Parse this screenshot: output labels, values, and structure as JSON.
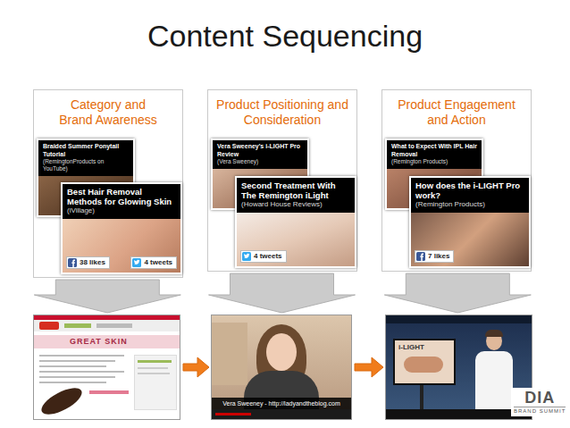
{
  "diagram": {
    "title": "Content Sequencing",
    "nodes": [
      {
        "text": [
          "Category and Brand Awareness"
        ]
      },
      {
        "text": [
          "Braided Summer Ponytail Tutorial",
          "(RemingtonProducts on YouTube)"
        ],
        "in": 0
      },
      {
        "text": [
          "Best Hair Removal Methods for Glowing Skin",
          "(iVillage)",
          "38 likes",
          "4 tweets"
        ],
        "in": 0
      },
      {
        "text": [
          "Product Positioning and Consideration"
        ]
      },
      {
        "text": [
          "Vera Sweeney's i-LIGHT Pro Review",
          "(Vera Sweeney)"
        ],
        "in": 3
      },
      {
        "text": [
          "Second Treatment With The Remington iLight",
          "(Howard House Reviews)",
          "4 tweets"
        ],
        "in": 3
      },
      {
        "text": [
          "Product Engagement and Action"
        ]
      },
      {
        "text": [
          "What to Expect With IPL Hair Removal",
          "(Remington Products)"
        ],
        "in": 6
      },
      {
        "text": [
          "How does the i-LIGHT Pro work?",
          "(Remington Products)",
          "7 likes"
        ],
        "in": 6
      },
      {
        "text": [
          "GREAT SKIN"
        ]
      },
      {
        "text": [
          "Vera Sweeney - http://ladyandtheblog.com"
        ]
      },
      {
        "text": [
          "i-LIGHT"
        ]
      }
    ],
    "edges": [
      {
        "from": 0,
        "to": 9,
        "arrow": "to"
      },
      {
        "from": 3,
        "to": 10,
        "arrow": "to"
      },
      {
        "from": 6,
        "to": 11,
        "arrow": "to"
      },
      {
        "from": 9,
        "to": 10,
        "arrow": "to"
      },
      {
        "from": 10,
        "to": 11,
        "arrow": "to"
      }
    ],
    "labels": [
      "DIA",
      "BRAND SUMMIT"
    ]
  }
}
